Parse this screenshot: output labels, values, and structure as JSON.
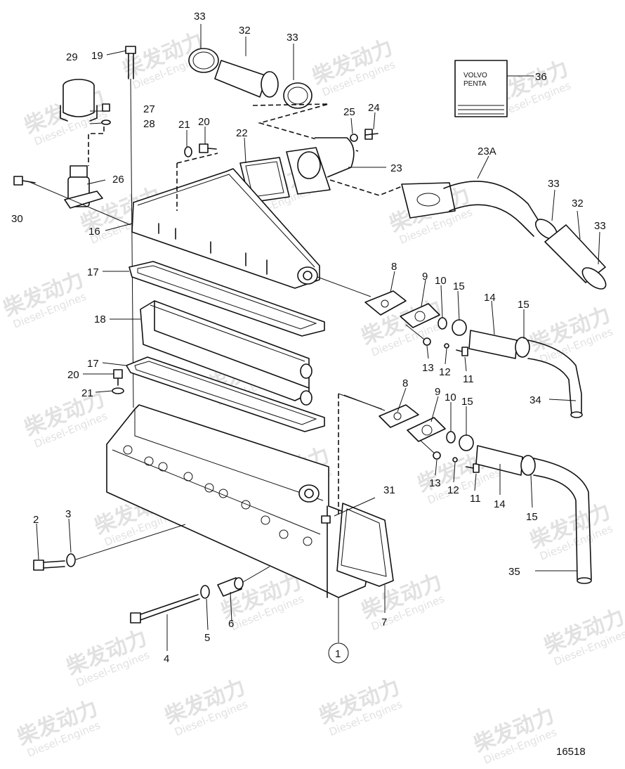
{
  "drawing_number": "16518",
  "booklet": {
    "line1": "VOLVO",
    "line2": "PENTA"
  },
  "watermark": {
    "brand": "柴发动力",
    "sub": "Diesel-Engines"
  },
  "callouts": [
    {
      "id": "c1",
      "text": "1",
      "circled": true
    },
    {
      "id": "c2",
      "text": "2"
    },
    {
      "id": "c3",
      "text": "3"
    },
    {
      "id": "c4",
      "text": "4"
    },
    {
      "id": "c5",
      "text": "5"
    },
    {
      "id": "c6",
      "text": "6"
    },
    {
      "id": "c7",
      "text": "7"
    },
    {
      "id": "c8a",
      "text": "8"
    },
    {
      "id": "c8b",
      "text": "8"
    },
    {
      "id": "c9a",
      "text": "9"
    },
    {
      "id": "c9b",
      "text": "9"
    },
    {
      "id": "c10a",
      "text": "10"
    },
    {
      "id": "c10b",
      "text": "10"
    },
    {
      "id": "c11a",
      "text": "11"
    },
    {
      "id": "c11b",
      "text": "11"
    },
    {
      "id": "c12a",
      "text": "12"
    },
    {
      "id": "c12b",
      "text": "12"
    },
    {
      "id": "c13a",
      "text": "13"
    },
    {
      "id": "c13b",
      "text": "13"
    },
    {
      "id": "c14a",
      "text": "14"
    },
    {
      "id": "c14b",
      "text": "14"
    },
    {
      "id": "c15a",
      "text": "15"
    },
    {
      "id": "c15b",
      "text": "15"
    },
    {
      "id": "c15c",
      "text": "15"
    },
    {
      "id": "c15d",
      "text": "15"
    },
    {
      "id": "c16",
      "text": "16"
    },
    {
      "id": "c17a",
      "text": "17"
    },
    {
      "id": "c17b",
      "text": "17"
    },
    {
      "id": "c18",
      "text": "18"
    },
    {
      "id": "c19",
      "text": "19"
    },
    {
      "id": "c20a",
      "text": "20"
    },
    {
      "id": "c20b",
      "text": "20"
    },
    {
      "id": "c21a",
      "text": "21"
    },
    {
      "id": "c21b",
      "text": "21"
    },
    {
      "id": "c22",
      "text": "22"
    },
    {
      "id": "c23",
      "text": "23"
    },
    {
      "id": "c23a",
      "text": "23A"
    },
    {
      "id": "c24",
      "text": "24"
    },
    {
      "id": "c25",
      "text": "25"
    },
    {
      "id": "c26",
      "text": "26"
    },
    {
      "id": "c27",
      "text": "27"
    },
    {
      "id": "c28",
      "text": "28"
    },
    {
      "id": "c29",
      "text": "29"
    },
    {
      "id": "c30",
      "text": "30"
    },
    {
      "id": "c31",
      "text": "31"
    },
    {
      "id": "c32a",
      "text": "32"
    },
    {
      "id": "c32b",
      "text": "32"
    },
    {
      "id": "c33a",
      "text": "33"
    },
    {
      "id": "c33b",
      "text": "33"
    },
    {
      "id": "c33c",
      "text": "33"
    },
    {
      "id": "c33d",
      "text": "33"
    },
    {
      "id": "c34",
      "text": "34"
    },
    {
      "id": "c35",
      "text": "35"
    },
    {
      "id": "c36",
      "text": "36"
    }
  ]
}
